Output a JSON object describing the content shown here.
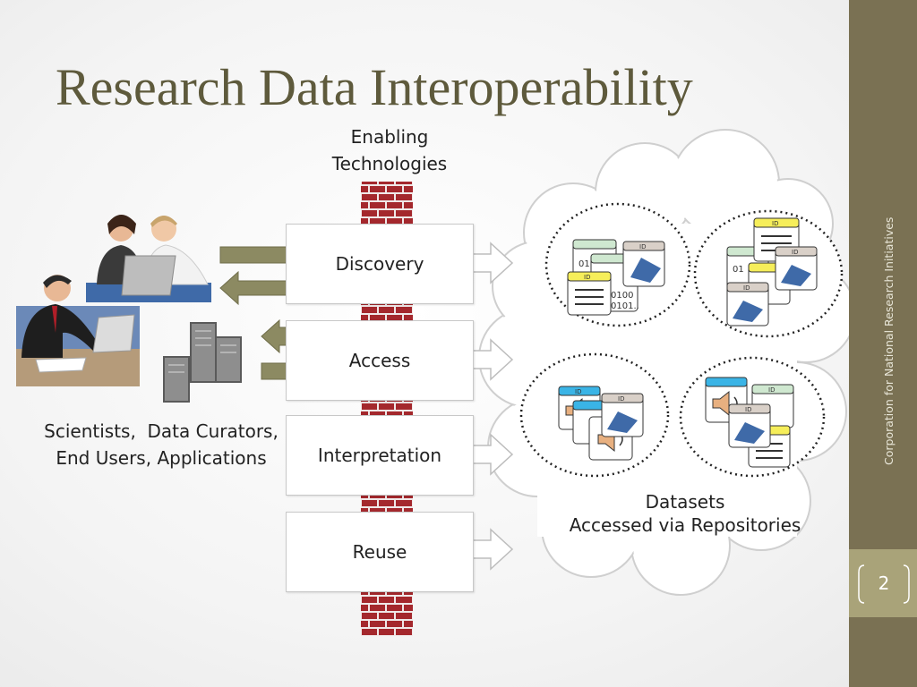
{
  "slide": {
    "title": "Research Data Interoperability",
    "enabling_line1": "Enabling",
    "enabling_line2": "Technologies",
    "users_line1": "Scientists,  Data Curators,",
    "users_line2": "End Users, Applications",
    "datasets_line1": "Datasets",
    "datasets_line2": "Accessed via Repositories",
    "stages": [
      "Discovery",
      "Access",
      "Interpretation",
      "Reuse"
    ]
  },
  "icons": {
    "id_tag": "ID",
    "binary_1": "0100",
    "binary_2": "0101..",
    "binary_short_1": "01",
    "binary_short_2": "01"
  },
  "sidebar": {
    "organization": "Corporation for National Research Initiatives",
    "page_number": "2"
  },
  "colors": {
    "title": "#5e5a3c",
    "sidebar": "#7a7153",
    "page_box": "#a9a379",
    "brick": "#a4282d",
    "arrow_green": "#8c8a62"
  }
}
